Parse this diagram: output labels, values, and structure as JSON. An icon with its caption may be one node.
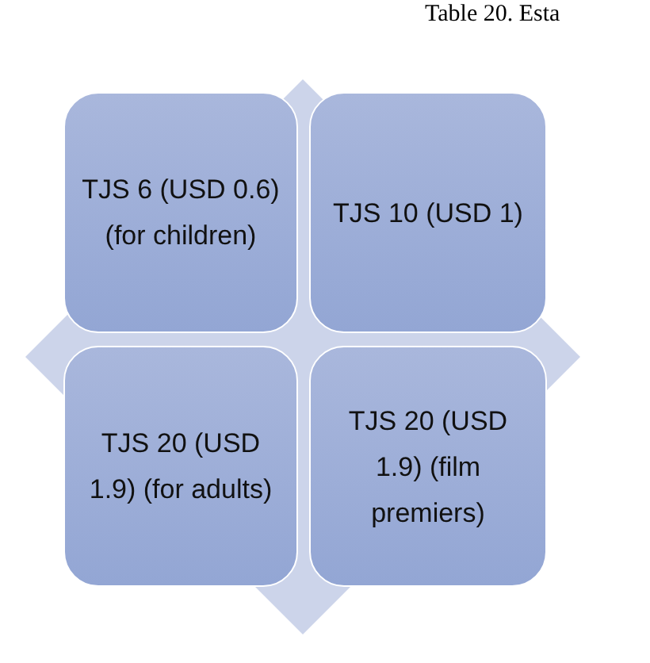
{
  "diagram": {
    "title": "Table 20. Esta",
    "nodes": [
      {
        "text": [
          "TJS 6 (USD 0.6) (for children)"
        ]
      },
      {
        "text": [
          "TJS 10 (USD 1)"
        ]
      },
      {
        "text": [
          "TJS 20 (USD 1.9) (for adults)"
        ]
      },
      {
        "text": [
          "TJS 20 (USD 1.9) (film premiers)"
        ]
      }
    ],
    "edges": []
  }
}
